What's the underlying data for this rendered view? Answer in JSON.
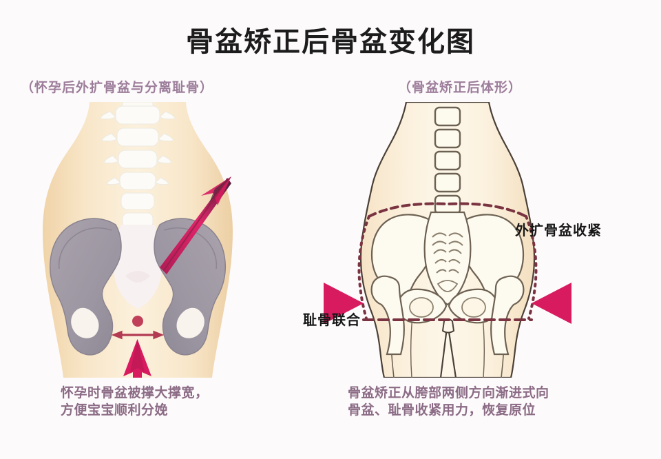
{
  "page": {
    "title": "骨盆矫正后骨盆变化图",
    "background_color": "#fdfafb"
  },
  "panels": {
    "left": {
      "subtitle": "（怀孕后外扩骨盆与分离耻骨）",
      "caption": "怀孕时骨盆被撑大撑宽，\n方便宝宝顺利分娩",
      "illustration_name": "pregnant-pelvis-diagram",
      "elements": [
        "body-silhouette",
        "lumbar-spine",
        "left-ilium",
        "right-ilium",
        "sacrum",
        "pubic-symphysis-dot",
        "horizontal-separation-arrow",
        "vertical-upward-arrow",
        "diagonal-expansion-arrow"
      ]
    },
    "right": {
      "subtitle": "（骨盆矫正后体形）",
      "caption": "骨盆矫正从胯部两侧方向渐进式向\n骨盆、耻骨收紧用力，恢复原位",
      "illustration_name": "corrected-pelvis-diagram",
      "labels": {
        "tighten": "外扩骨盆收紧",
        "symphysis": "耻骨联合"
      },
      "elements": [
        "torso-outline",
        "lumbar-vertebrae-blocks",
        "pelvis-outline",
        "sacrum-outline",
        "femur-heads",
        "waist-dashed-line",
        "pubic-dashed-line",
        "left-inward-triangle",
        "right-inward-triangle"
      ]
    }
  },
  "colors": {
    "title_text": "#1c1c1c",
    "subtitle_text": "#9c7d9a",
    "caption_text": "#8b6b85",
    "label_text": "#171717",
    "skin_fill": "#f5ddb9",
    "skin_fill_light": "#fcf0dc",
    "bone_gray": "#a09aa5",
    "bone_white": "#fbfaf4",
    "arrow_crimson": "#d81b5f",
    "arrow_shaft_purple": "#6b3a6b",
    "dashed_maroon": "#7a3340",
    "triangle_crimson": "#d81b5f",
    "outline_brown": "#6d6152"
  }
}
